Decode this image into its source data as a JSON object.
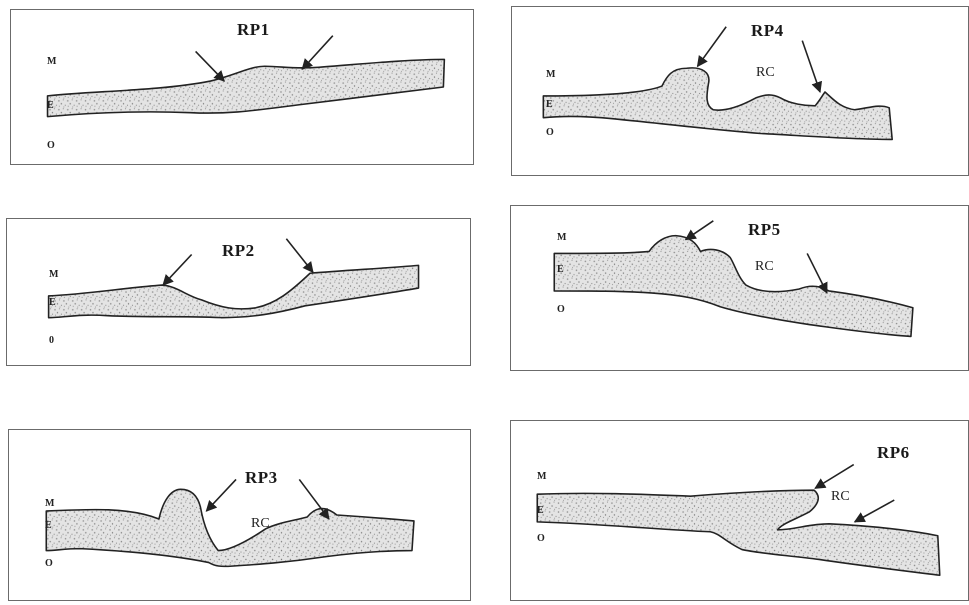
{
  "panels": {
    "rp1": {
      "title": "RP1",
      "m": "M",
      "e": "E",
      "o": "O"
    },
    "rp2": {
      "title": "RP2",
      "m": "M",
      "e": "E",
      "o": "0"
    },
    "rp3": {
      "title": "RP3",
      "m": "M",
      "e": "E",
      "o": "O",
      "rc": "RC"
    },
    "rp4": {
      "title": "RP4",
      "m": "M",
      "e": "E",
      "o": "O",
      "rc": "RC"
    },
    "rp5": {
      "title": "RP5",
      "m": "M",
      "e": "E",
      "o": "O",
      "rc": "RC"
    },
    "rp6": {
      "title": "RP6",
      "m": "M",
      "e": "E",
      "o": "O",
      "rc": "RC"
    }
  }
}
